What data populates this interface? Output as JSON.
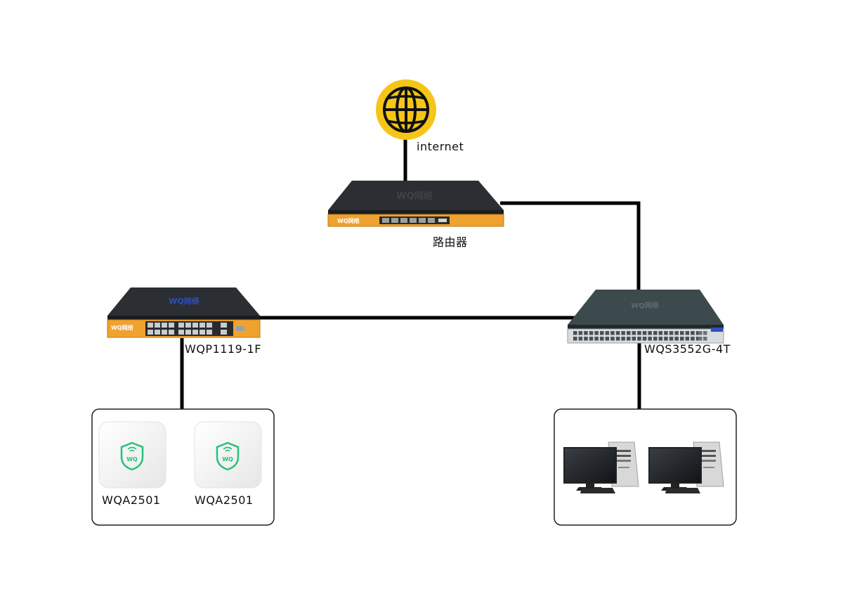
{
  "nodes": {
    "internet": {
      "label": "internet",
      "icon": "globe-icon"
    },
    "router": {
      "label": "路由器",
      "icon": "router-device-icon"
    },
    "poe_switch": {
      "label": "WQP1119-1F",
      "icon": "poe-switch-icon"
    },
    "core_switch": {
      "label": "WQS3552G-4T",
      "icon": "switch-48-port-icon"
    },
    "access_point_1": {
      "label": "WQA2501",
      "icon": "wireless-access-point-icon"
    },
    "access_point_2": {
      "label": "WQA2501",
      "icon": "wireless-access-point-icon"
    },
    "desktop_pc_1": {
      "label": "",
      "icon": "desktop-computer-icon"
    },
    "desktop_pc_2": {
      "label": "",
      "icon": "desktop-computer-icon"
    }
  },
  "brand": {
    "logo_text": "WQ网络"
  },
  "colors": {
    "globe_fill": "#f5c518",
    "link_line": "#000000",
    "device_top": "#2b2e33",
    "device_front": "#f0a22e",
    "shield_green": "#27c17a"
  },
  "connections": [
    [
      "internet",
      "router"
    ],
    [
      "router",
      "core_switch"
    ],
    [
      "poe_switch",
      "core_switch"
    ],
    [
      "poe_switch",
      "access_point_group"
    ],
    [
      "core_switch",
      "pc_group"
    ]
  ]
}
